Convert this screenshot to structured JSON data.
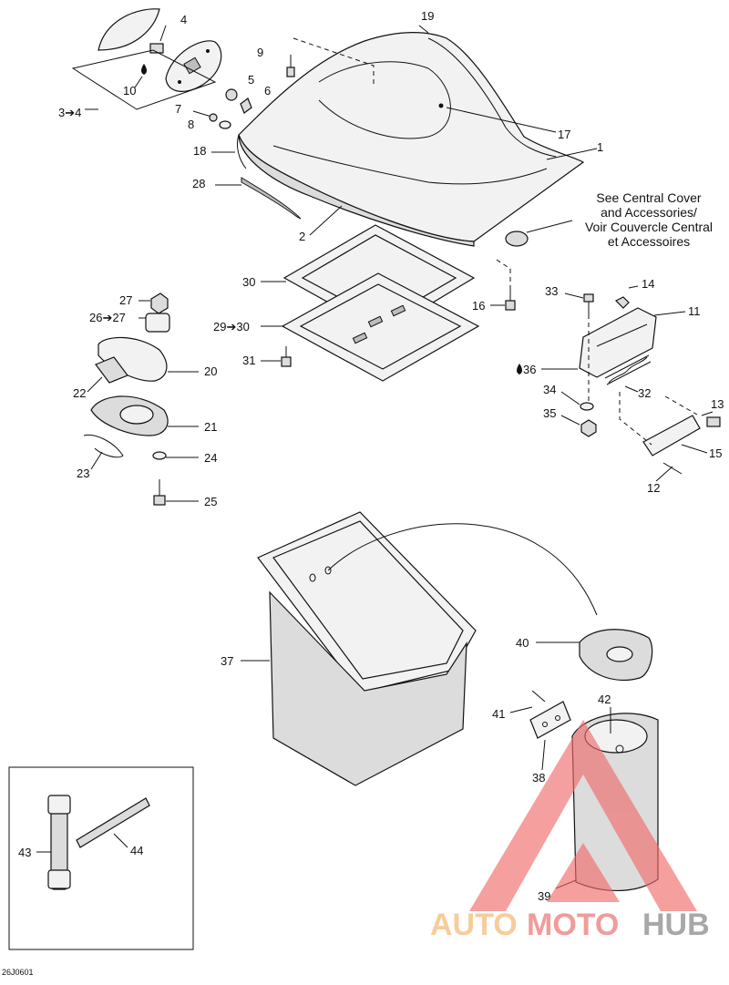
{
  "diagram": {
    "drawing_code": "26J0601",
    "note_lines": [
      "See Central Cover",
      "and Accessories/",
      "Voir Couvercle Central",
      "et Accessoires"
    ],
    "callouts": [
      {
        "id": "c19",
        "text": "19"
      },
      {
        "id": "c4",
        "text": "4"
      },
      {
        "id": "c9",
        "text": "9"
      },
      {
        "id": "c5",
        "text": "5"
      },
      {
        "id": "c10",
        "text": "10"
      },
      {
        "id": "c6",
        "text": "6"
      },
      {
        "id": "c34a",
        "text": "3➔4"
      },
      {
        "id": "c7",
        "text": "7"
      },
      {
        "id": "c8",
        "text": "8"
      },
      {
        "id": "c17",
        "text": "17"
      },
      {
        "id": "c18",
        "text": "18"
      },
      {
        "id": "c1",
        "text": "1"
      },
      {
        "id": "c28",
        "text": "28"
      },
      {
        "id": "c2",
        "text": "2"
      },
      {
        "id": "c30",
        "text": "30"
      },
      {
        "id": "c16",
        "text": "16"
      },
      {
        "id": "c33",
        "text": "33"
      },
      {
        "id": "c14",
        "text": "14"
      },
      {
        "id": "c27",
        "text": "27"
      },
      {
        "id": "c2627",
        "text": "26➔27"
      },
      {
        "id": "c11",
        "text": "11"
      },
      {
        "id": "c2930",
        "text": "29➔30"
      },
      {
        "id": "c31",
        "text": "31"
      },
      {
        "id": "c36",
        "text": "36"
      },
      {
        "id": "c20",
        "text": "20"
      },
      {
        "id": "c22",
        "text": "22"
      },
      {
        "id": "c32",
        "text": "32"
      },
      {
        "id": "c34",
        "text": "34"
      },
      {
        "id": "c13",
        "text": "13"
      },
      {
        "id": "c21",
        "text": "21"
      },
      {
        "id": "c35",
        "text": "35"
      },
      {
        "id": "c24",
        "text": "24"
      },
      {
        "id": "c15",
        "text": "15"
      },
      {
        "id": "c23",
        "text": "23"
      },
      {
        "id": "c12",
        "text": "12"
      },
      {
        "id": "c25",
        "text": "25"
      },
      {
        "id": "c40",
        "text": "40"
      },
      {
        "id": "c37",
        "text": "37"
      },
      {
        "id": "c41",
        "text": "41"
      },
      {
        "id": "c42",
        "text": "42"
      },
      {
        "id": "c38",
        "text": "38"
      },
      {
        "id": "c43",
        "text": "43"
      },
      {
        "id": "c44",
        "text": "44"
      },
      {
        "id": "c39",
        "text": "39"
      }
    ]
  },
  "watermark": {
    "word_a": "AUTO",
    "word_b": "MOTO",
    "word_c": "HUB",
    "color_a": "#f6c48a",
    "color_b": "#f08a8a",
    "color_c": "#9a9a9a",
    "triangle_color": "#f06a6a"
  }
}
